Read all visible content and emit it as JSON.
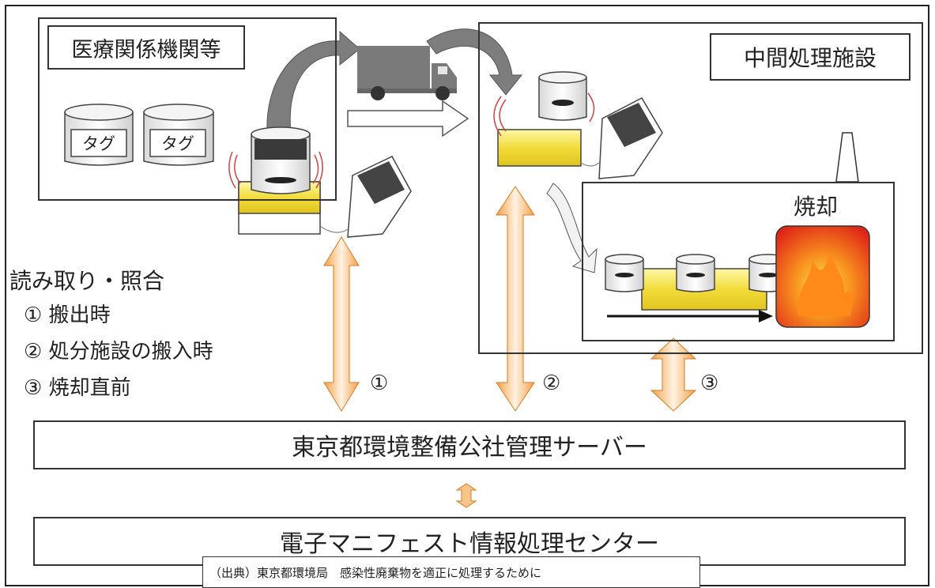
{
  "medical": {
    "title": "医療関係機関等",
    "tag1": "タグ",
    "tag2": "タグ"
  },
  "facility": {
    "title": "中間処理施設"
  },
  "incineration": {
    "title": "焼却"
  },
  "reading": {
    "title": "読み取り・照合",
    "items": [
      "① 搬出時",
      "② 処分施設の搬入時",
      "③ 焼却直前"
    ]
  },
  "arrows": {
    "a1": "①",
    "a2": "②",
    "a3": "③"
  },
  "server": {
    "label": "東京都環境整備公社管理サーバー"
  },
  "center": {
    "label": "電子マニフェスト情報処理センター"
  },
  "source": {
    "text": "（出典）東京都環境局　感染性廃棄物を適正に処理するために"
  },
  "colors": {
    "tray": "#f2dc3a",
    "arrow": "#f39a3c",
    "fire": "#e8321e",
    "truck": "#7a7a7a"
  }
}
